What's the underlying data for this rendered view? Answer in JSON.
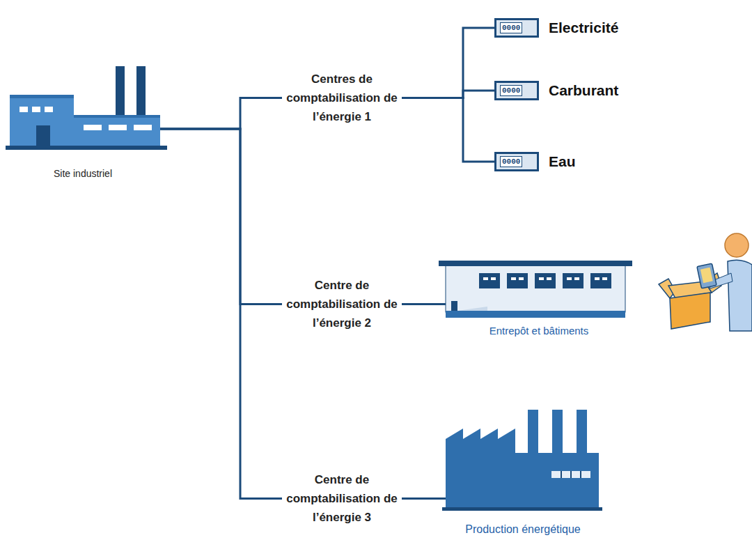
{
  "diagram": {
    "nodes": [
      {
        "text": [
          "Site industriel"
        ]
      },
      {
        "text": [
          "Centres de comptabilisation de l’énergie 1"
        ]
      },
      {
        "text": [
          "0000",
          "Electricité"
        ]
      },
      {
        "text": [
          "0000",
          "Carburant"
        ]
      },
      {
        "text": [
          "0000",
          "Eau"
        ]
      },
      {
        "text": [
          "Centre de comptabilisation de l’énergie 2"
        ]
      },
      {
        "text": [
          "Entrepôt et bâtiments"
        ]
      },
      {
        "text": [
          "Centre de comptabilisation de l’énergie 3"
        ]
      },
      {
        "text": [
          "Production énergétique"
        ]
      }
    ],
    "edges": [
      {
        "from": 0,
        "to": 1,
        "arrow": "none"
      },
      {
        "from": 0,
        "to": 5,
        "arrow": "none"
      },
      {
        "from": 0,
        "to": 7,
        "arrow": "none"
      },
      {
        "from": 1,
        "to": 2,
        "arrow": "none"
      },
      {
        "from": 1,
        "to": 3,
        "arrow": "none"
      },
      {
        "from": 1,
        "to": 4,
        "arrow": "none"
      },
      {
        "from": 5,
        "to": 6,
        "arrow": "none"
      },
      {
        "from": 7,
        "to": 8,
        "arrow": "none"
      }
    ]
  }
}
